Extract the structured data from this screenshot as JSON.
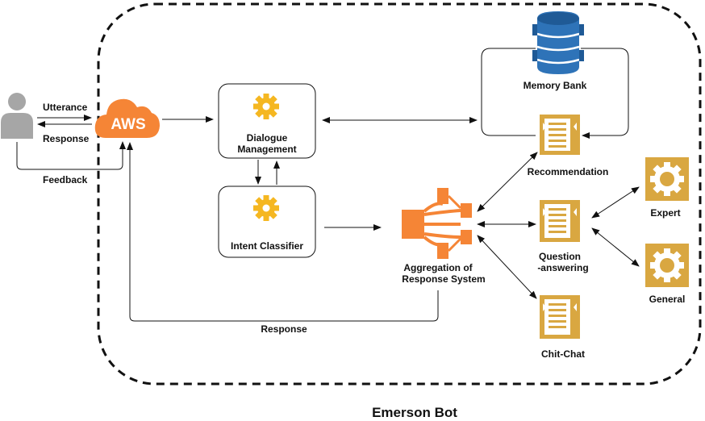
{
  "diagram": {
    "title": "Emerson Bot",
    "aws_label": "AWS",
    "edges": {
      "utterance": "Utterance",
      "response_to_user": "Response",
      "feedback": "Feedback",
      "response_loop": "Response"
    },
    "nodes": {
      "dialogue_management": [
        "Dialogue",
        "Management"
      ],
      "intent_classifier": "Intent Classifier",
      "memory_bank": "Memory Bank",
      "recommendation": "Recommendation",
      "question_answering": [
        "Question",
        "-answering"
      ],
      "chit_chat": "Chit-Chat",
      "aggregation": [
        "Aggregation of",
        "Response System"
      ],
      "expert": "Expert",
      "general": "General"
    },
    "colors": {
      "aws_orange": "#f58536",
      "gear_gold": "#f5b721",
      "module_gold": "#d9a741",
      "dynamo_blue": "#2e73b8",
      "user_gray": "#a6a6a6"
    }
  }
}
